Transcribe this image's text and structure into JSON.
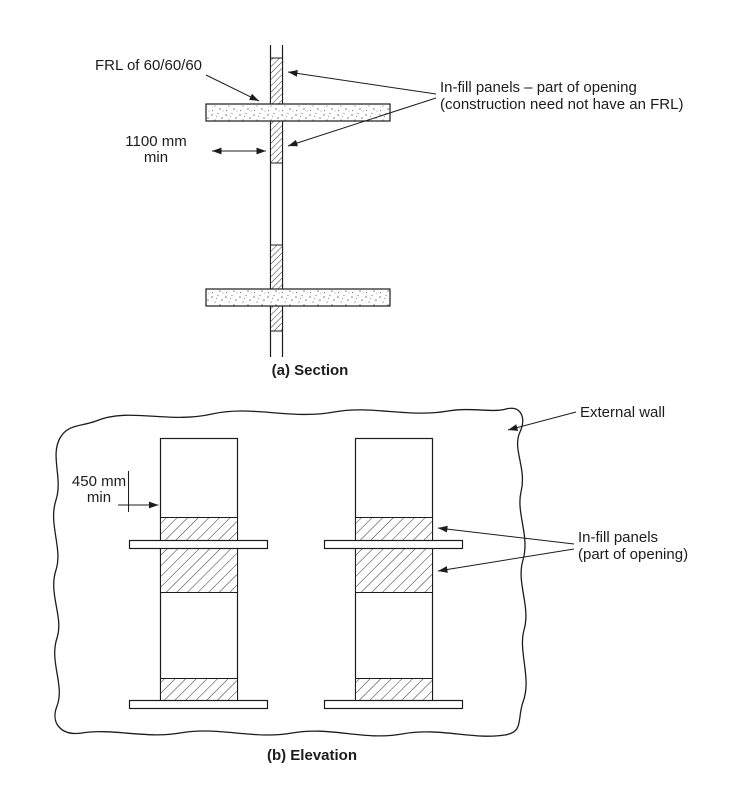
{
  "section": {
    "frl_label": "FRL of 60/60/60",
    "dimension": {
      "value": "1100 mm",
      "min_label": "min"
    },
    "infill_note_line1": "In-fill panels – part of opening",
    "infill_note_line2": "(construction need not have an FRL)",
    "caption": "(a) Section"
  },
  "elevation": {
    "external_wall_label": "External wall",
    "dimension": {
      "value": "450 mm",
      "min_label": "min"
    },
    "infill_note_line1": "In-fill panels",
    "infill_note_line2": "(part of opening)",
    "caption": "(b) Elevation"
  },
  "colors": {
    "ink": "#1c1c1c",
    "paper": "#ffffff"
  }
}
